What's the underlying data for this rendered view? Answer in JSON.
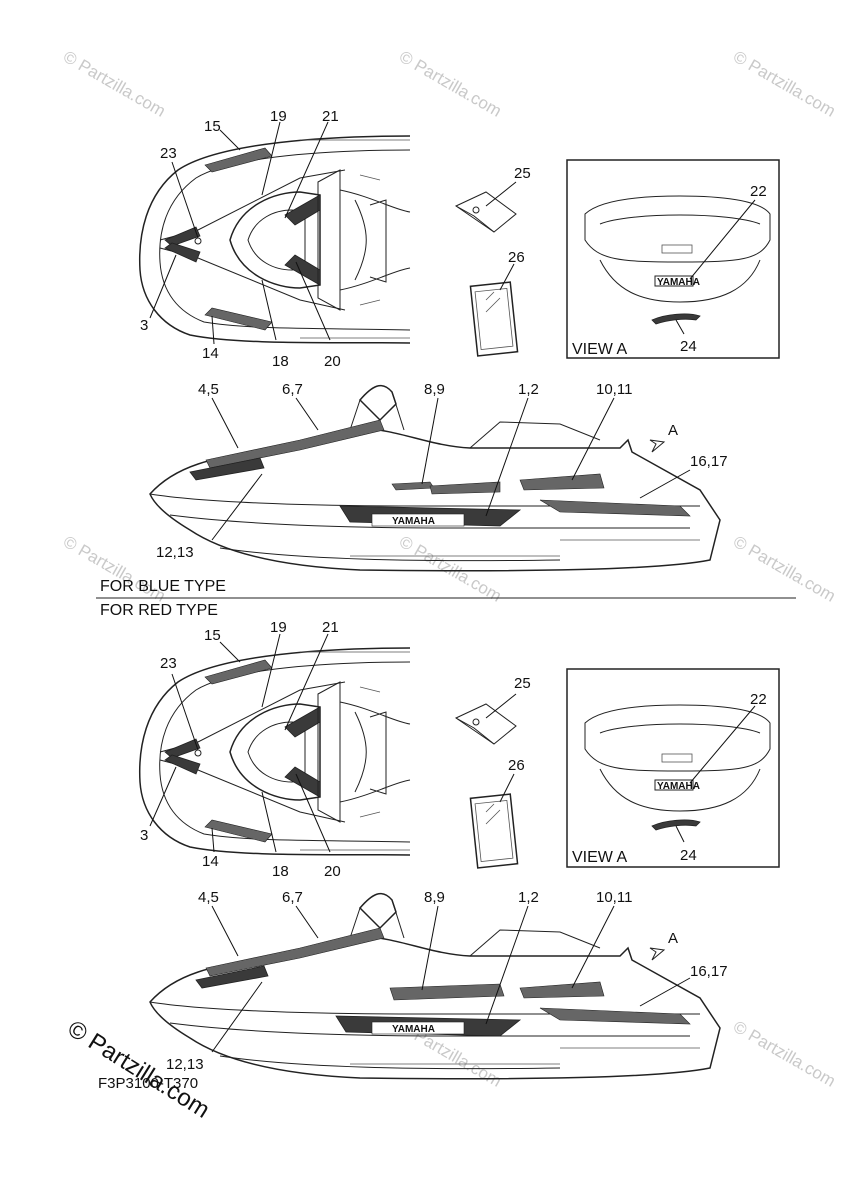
{
  "watermark": {
    "text": "© Partzilla.com",
    "footer_text": "© Partzilla.com"
  },
  "diagram_code": "F3P3100-T370",
  "brand_text": "YAMAHA",
  "sections": [
    {
      "caption": "FOR BLUE TYPE",
      "view_label": "VIEW A",
      "arrow_label": "A",
      "top_labels": [
        "15",
        "19",
        "21",
        "23",
        "3",
        "14",
        "18",
        "20",
        "25",
        "26",
        "22",
        "24"
      ],
      "side_labels": [
        "4,5",
        "6,7",
        "8,9",
        "1,2",
        "10,11",
        "16,17",
        "12,13"
      ]
    },
    {
      "caption": "FOR RED TYPE",
      "view_label": "VIEW A",
      "arrow_label": "A",
      "top_labels": [
        "15",
        "19",
        "21",
        "23",
        "3",
        "14",
        "18",
        "20",
        "25",
        "26",
        "22",
        "24"
      ],
      "side_labels": [
        "4,5",
        "6,7",
        "8,9",
        "1,2",
        "10,11",
        "16,17",
        "12,13"
      ]
    }
  ]
}
